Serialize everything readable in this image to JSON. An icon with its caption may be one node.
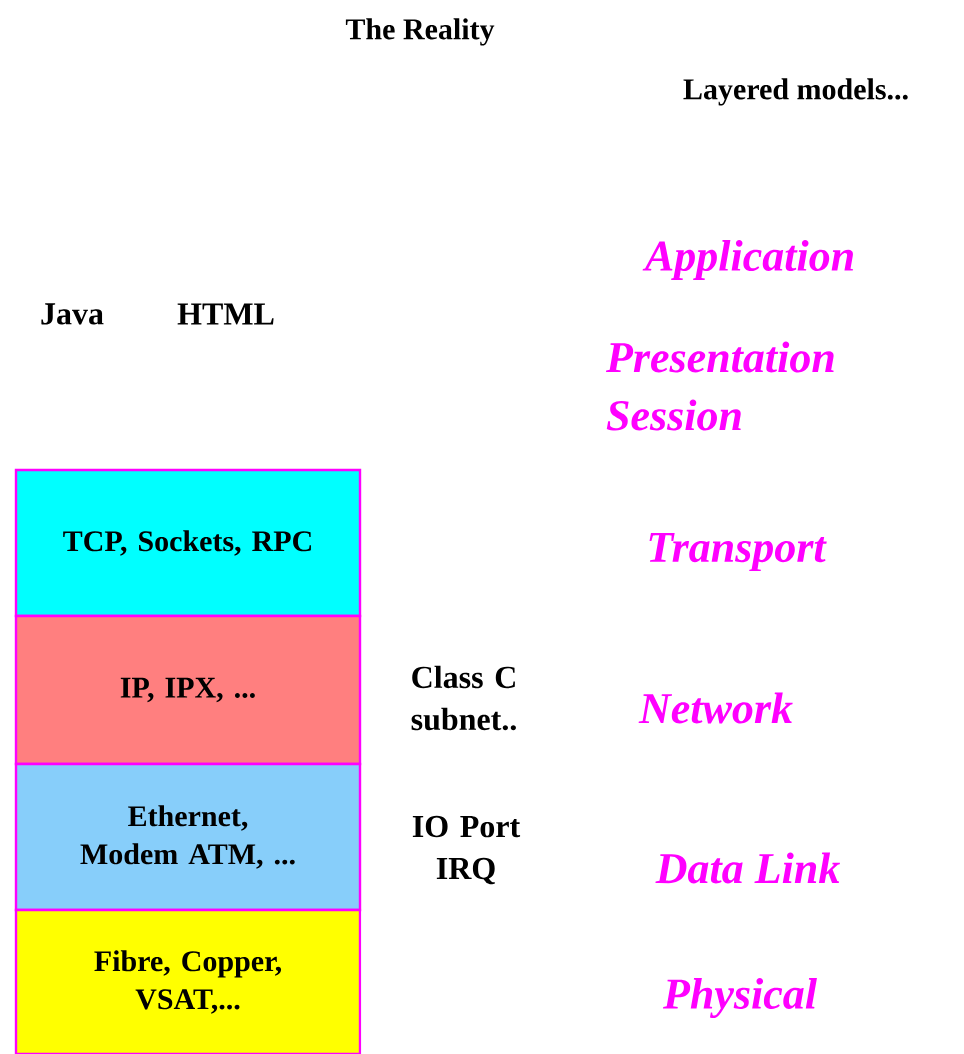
{
  "diagram": {
    "nodes": [
      {
        "text": [
          "TCP, Sockets, RPC"
        ]
      },
      {
        "text": [
          "IP, IPX, ..."
        ]
      },
      {
        "text": [
          "Ethernet, Modem ATM, ..."
        ]
      },
      {
        "text": [
          "Fibre, Copper, VSAT,..."
        ]
      }
    ],
    "labels": [
      "The Reality",
      "Layered models...",
      "Application",
      "Java",
      "HTML",
      "Presentation Session",
      "Transport",
      "Class C subnet..",
      "Network",
      "IO Port IRQ",
      "Data Link",
      "Physical"
    ]
  }
}
